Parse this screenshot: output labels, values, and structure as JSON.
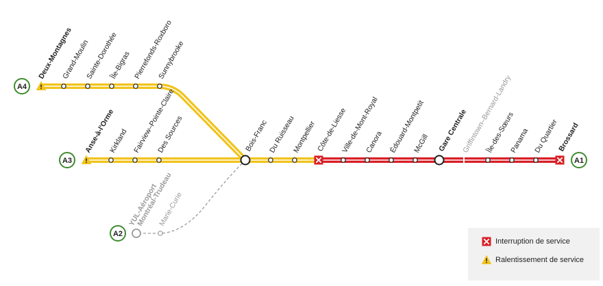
{
  "branches": {
    "A1": "A1",
    "A2": "A2",
    "A3": "A3",
    "A4": "A4"
  },
  "stations": {
    "deux_montagnes": "Deux-Montagnes",
    "grand_moulin": "Grand-Moulin",
    "sainte_dorothee": "Sainte-Dorothée",
    "ile_bigras": "Île-Bigras",
    "pierrefonds_roxboro": "Pierrefonds-Roxboro",
    "sunnybrooke": "Sunnybrooke",
    "anse_a_lorme": "Anse-à-l'Orme",
    "kirkland": "Kirkland",
    "fairview": "Fairview–Pointe-Claire",
    "des_sources": "Des Sources",
    "bois_franc": "Bois-Franc",
    "du_ruisseau": "Du Ruisseau",
    "montpellier": "Montpellier",
    "cote_de_liesse": "Côte-de-Liesse",
    "ville_mont_royal": "Ville-de-Mont-Royal",
    "canora": "Canora",
    "edouard_montpetit": "Édouard-Montpetit",
    "mcgill": "McGill",
    "gare_centrale": "Gare Centrale",
    "griffintown": "Griffintown–Bernard-Landry",
    "ile_des_soeurs": "Île-des-Sœurs",
    "panama": "Panama",
    "du_quartier": "Du Quartier",
    "brossard": "Brossard",
    "yul_line1": "YUL-Aéroport",
    "yul_line2": "Montréal-Trudeau",
    "marie_curie": "Marie-Curie"
  },
  "legend": {
    "interruption": "Interruption de service",
    "slowdown": "Ralentissement de service"
  },
  "colors": {
    "line_normal": "#f1c31c",
    "line_interrupted": "#d91f26",
    "badge_border": "#3f8a2e",
    "planned": "#9a9a9a"
  }
}
